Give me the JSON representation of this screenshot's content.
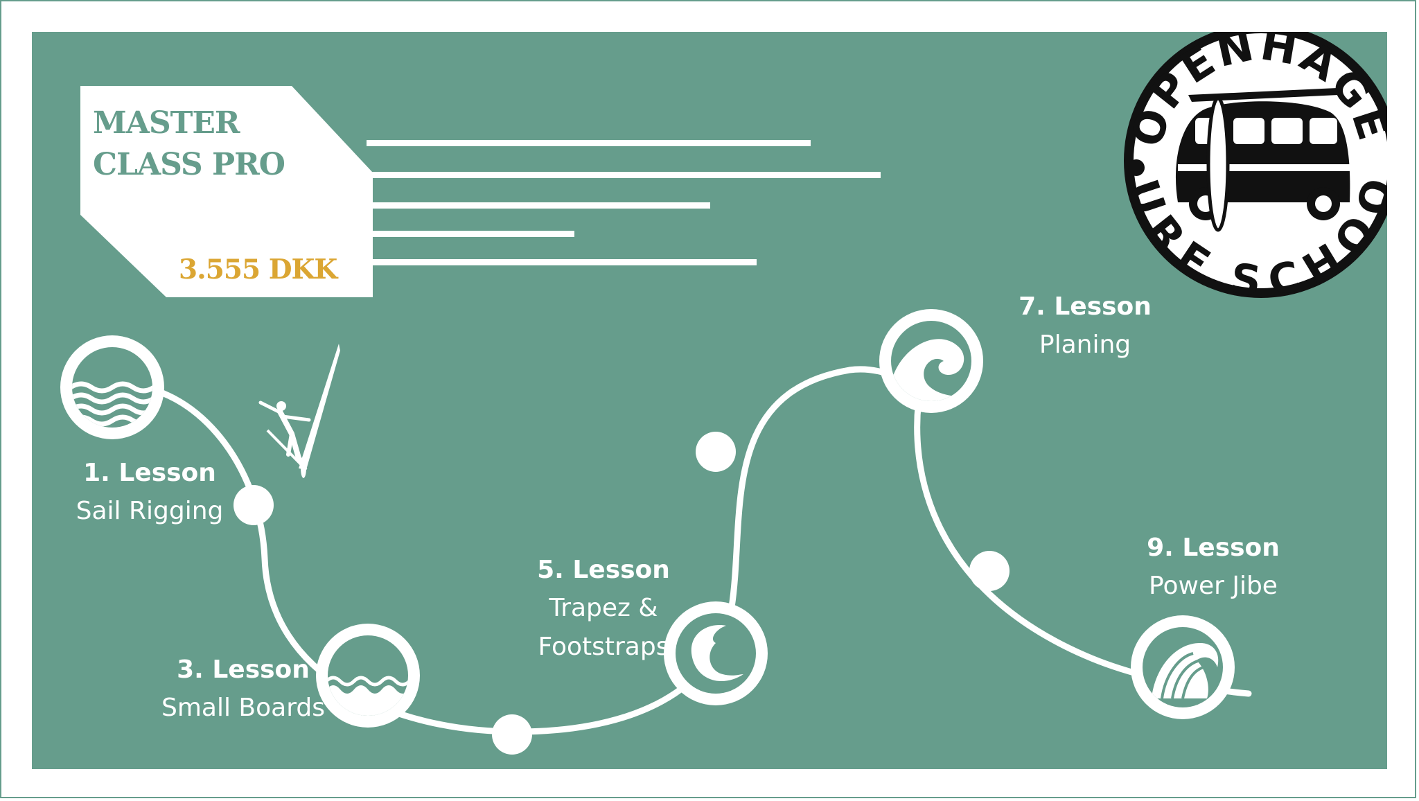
{
  "course": {
    "title": "MASTER\nCLASS PRO",
    "price": "3.555 DKK"
  },
  "logo": {
    "top_text": "COPENHAGEN",
    "bottom_text": "SURF SCHOOL",
    "icon": "surf-van-icon"
  },
  "lessons": [
    {
      "number": "1. Lesson",
      "name": "Sail Rigging",
      "icon": "calm-water-icon"
    },
    {
      "number": "3. Lesson",
      "name": "Small Boards",
      "icon": "small-waves-icon"
    },
    {
      "number": "5. Lesson",
      "name": "Trapez &\nFootstraps",
      "icon": "curling-wave-icon"
    },
    {
      "number": "7. Lesson",
      "name": "Planing",
      "icon": "spiral-wave-icon"
    },
    {
      "number": "9. Lesson",
      "name": "Power Jibe",
      "icon": "big-wave-icon"
    }
  ],
  "decorations": {
    "windsurfer": "windsurfer-silhouette-icon"
  },
  "colors": {
    "background": "#669d8c",
    "accent": "#dba633",
    "foreground": "#ffffff"
  }
}
